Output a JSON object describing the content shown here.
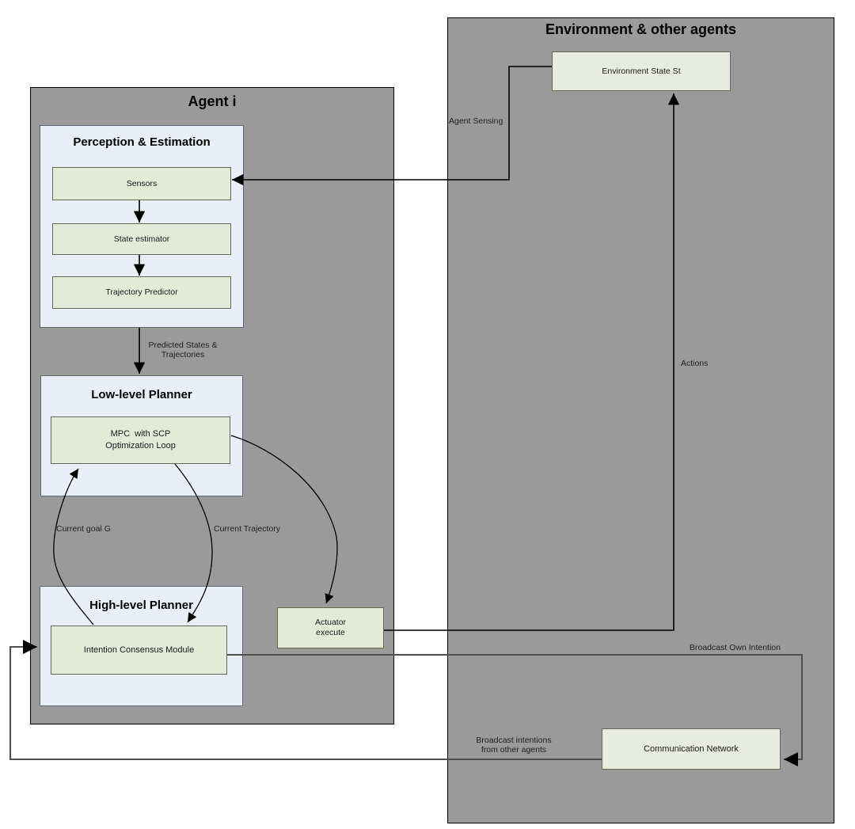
{
  "containers": {
    "agent": {
      "title": "Agent i"
    },
    "environment": {
      "title": "Environment & other agents"
    }
  },
  "groups": {
    "perception": {
      "title": "Perception & Estimation"
    },
    "lowlevel": {
      "title": "Low-level Planner"
    },
    "highlevel": {
      "title": "High-level Planner"
    }
  },
  "nodes": {
    "sensors": {
      "label": "Sensors"
    },
    "state_estimator": {
      "label": "State estimator"
    },
    "trajectory_predictor": {
      "label": "Trajectory Predictor"
    },
    "mpc": {
      "line1": "MPC  with SCP",
      "line2": "Optimization Loop"
    },
    "intention": {
      "label": "Intention Consensus Module"
    },
    "actuator": {
      "line1": "Actuator",
      "line2": "execute"
    },
    "env_state": {
      "label": "Environment State St"
    },
    "comm_network": {
      "label": "Communication Network"
    }
  },
  "edge_labels": {
    "agent_sensing": "Agent Sensing",
    "actions": "Actions",
    "predicted_line1": "Predicted States &",
    "predicted_line2": "Trajectories",
    "current_goal": "Current goal G",
    "current_trajectory": "Current Trajectory",
    "broadcast_own": "Broadcast Own Intention",
    "broadcast_others_line1": "Broadcast intentions",
    "broadcast_others_line2": "from other agents"
  },
  "colors": {
    "background": "#ffffff",
    "container_fill": "#9a9a9a",
    "container_border": "#000000",
    "group_fill": "#e9eef8",
    "node_fill": "#e4ead8",
    "env_node_fill": "#e8ece0",
    "node_border": "#666655",
    "edge_color": "#000000",
    "broadcast_edge_color": "#4f4f4f",
    "label_color": "#1f1f1f"
  }
}
